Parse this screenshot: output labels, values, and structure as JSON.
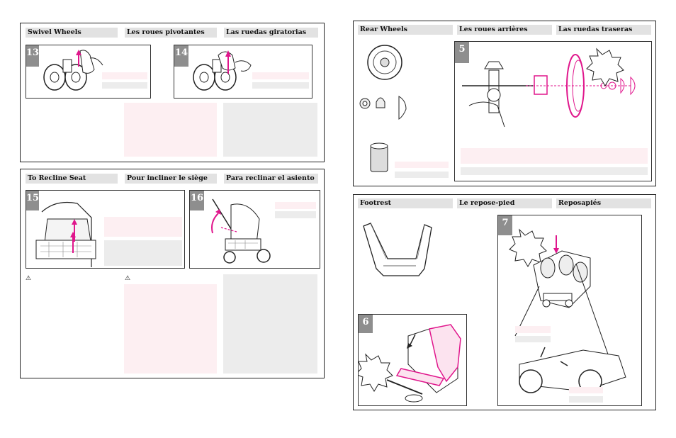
{
  "panels": {
    "swivel": {
      "headers": [
        "Swivel Wheels",
        "Les roues pivotantes",
        "Las ruedas giratorias"
      ],
      "steps": [
        "13",
        "14"
      ]
    },
    "recline": {
      "headers": [
        "To Recline Seat",
        "Pour incliner le siège",
        "Para reclinar el asiento"
      ],
      "steps": [
        "15",
        "16"
      ],
      "warning_icon": "warning-triangle-icon"
    },
    "rear": {
      "headers": [
        "Rear Wheels",
        "Les roues arrières",
        "Las ruedas traseras"
      ],
      "steps": [
        "5"
      ]
    },
    "footrest": {
      "headers": [
        "Footrest",
        "Le repose-pied",
        "Reposapiés"
      ],
      "steps": [
        "6",
        "7"
      ]
    }
  },
  "colors": {
    "accent": "#e0168c",
    "header_bg": "#e2e2e2",
    "step_bg": "#8e8e8e"
  }
}
